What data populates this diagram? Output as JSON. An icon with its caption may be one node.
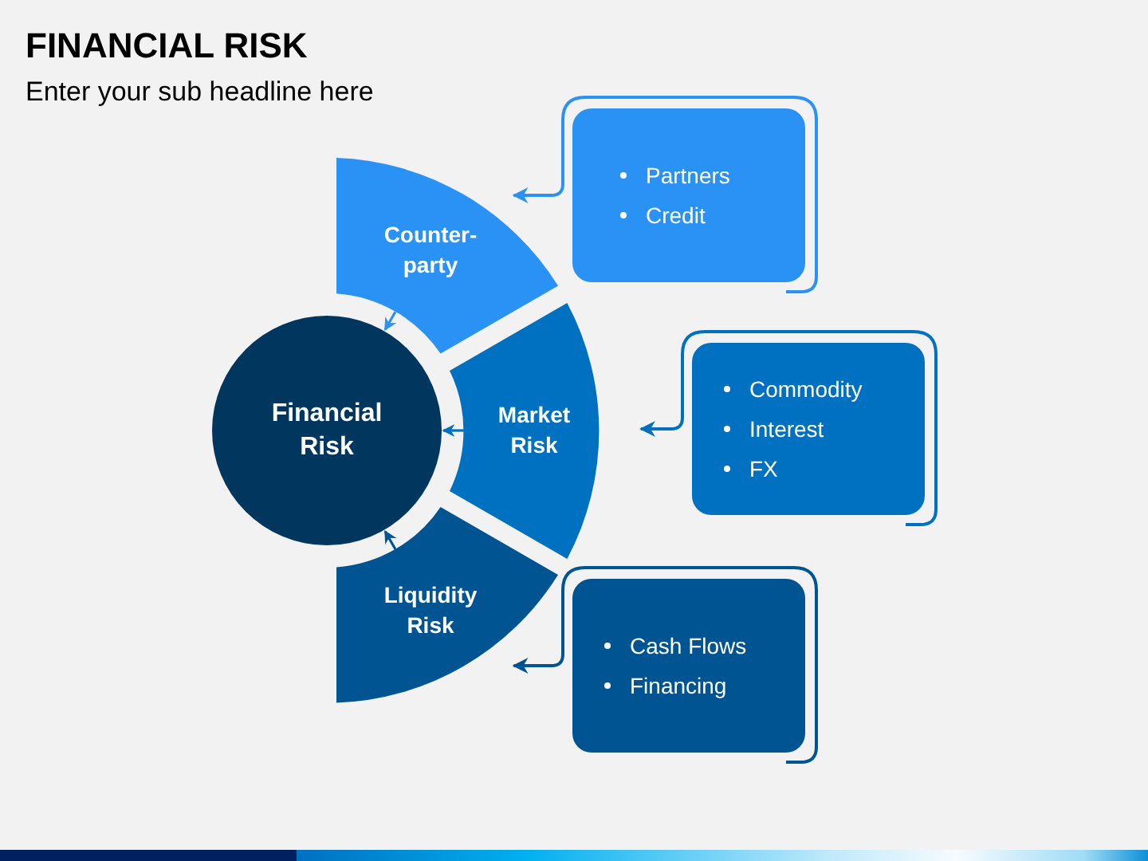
{
  "diagram": {
    "title": "FINANCIAL RISK",
    "nodes": [
      {
        "text": [
          "Financial Risk"
        ]
      },
      {
        "text": [
          "Counter- party"
        ]
      },
      {
        "text": [
          "Market Risk"
        ]
      },
      {
        "text": [
          "Liquidity Risk"
        ]
      },
      {
        "text": [
          "Partners",
          "Credit"
        ]
      },
      {
        "text": [
          "Commodity",
          "Interest",
          "FX"
        ]
      },
      {
        "text": [
          "Cash Flows",
          "Financing"
        ]
      }
    ],
    "edges": [
      {
        "from": 1,
        "to": 0,
        "arrow": "to",
        "color": "#2b92f5"
      },
      {
        "from": 2,
        "to": 0,
        "arrow": "to",
        "color": "#0070c0"
      },
      {
        "from": 3,
        "to": 0,
        "arrow": "to",
        "color": "#005491"
      },
      {
        "from": 4,
        "to": 1,
        "arrow": "to",
        "color": "#2b92f5"
      },
      {
        "from": 5,
        "to": 2,
        "arrow": "to",
        "color": "#0070c0"
      },
      {
        "from": 6,
        "to": 3,
        "arrow": "to",
        "color": "#005491"
      }
    ],
    "labels": [
      "Enter your sub headline here"
    ]
  }
}
